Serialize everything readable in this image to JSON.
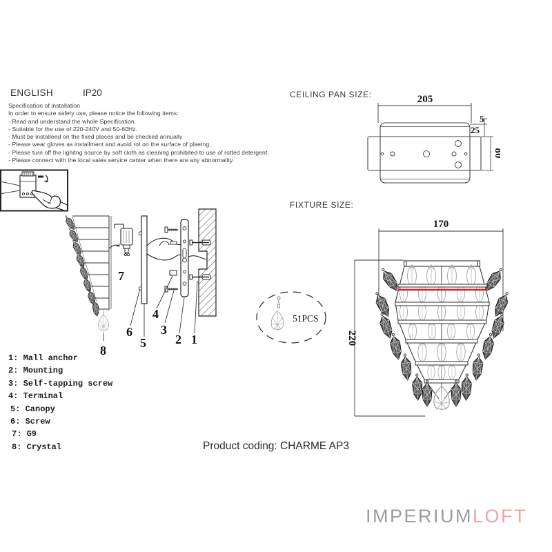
{
  "page": {
    "language_label": "ENGLISH",
    "ip_rating": "IP20",
    "product_coding": "Product coding: CHARME AP3"
  },
  "spec": {
    "title": "Specification of installation",
    "intro": "In order to ensure safety use, please notice the following items:",
    "items": [
      "- Read and understand the whole Specification.",
      "- Suitable for the use of 220-240V and 50-60Hz.",
      "- Must be installeed on the fixed places and be checked annually",
      "- Please wear gloves as installment and avoid rot on the surface of plaetng.",
      "- Please turn off the lighitng source by soft cloth as cleaning prohibited to use of rotted detergent.",
      "- Please connect with the local sales service center when there are any abnormality."
    ]
  },
  "parts": [
    "1: Mall anchor",
    "2: Mounting",
    "3: Self-tapping screw",
    "4: Terminal",
    "5: Canopy",
    "6: Screw",
    "7: G9",
    "8: Crystal"
  ],
  "installation": {
    "callouts": [
      "1",
      "2",
      "3",
      "4",
      "5",
      "6",
      "7",
      "8"
    ]
  },
  "ceiling_pan": {
    "label": "CEILING PAN SIZE:",
    "dims": {
      "width": "205",
      "lip": "5",
      "inset": "25",
      "height": "80"
    }
  },
  "fixture": {
    "label": "FIXTURE SIZE:",
    "dims": {
      "width": "170",
      "height": "220"
    },
    "crystal_count": "51PCS",
    "accent_line_color": "#e81c23"
  },
  "logo": {
    "part1": "IMPERIUM",
    "part2": "LOFT",
    "color_part1": "#9b9a9f",
    "color_part2": "#efa3a3"
  }
}
